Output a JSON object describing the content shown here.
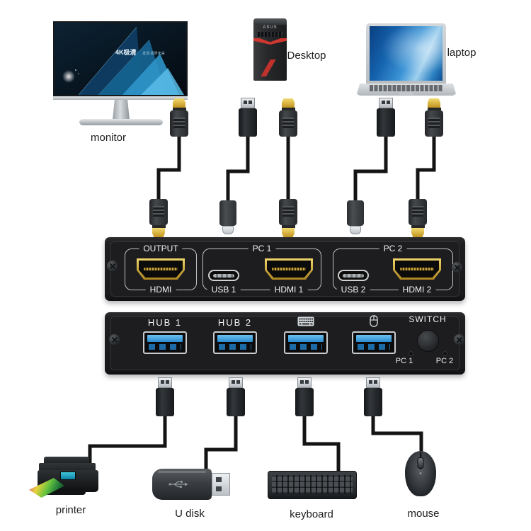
{
  "devices": {
    "monitor": {
      "label": "monitor",
      "screen_headline": "4K极清",
      "screen_tagline": "发现·视界未来"
    },
    "desktop": {
      "label": "Desktop",
      "brand": "ASUS"
    },
    "laptop": {
      "label": "laptop"
    },
    "printer": {
      "label": "printer"
    },
    "udisk": {
      "label": "U disk"
    },
    "keyboard": {
      "label": "keyboard"
    },
    "mouse": {
      "label": "mouse"
    }
  },
  "kvm_box": {
    "output_group": {
      "title": "OUTPUT",
      "port_label": "HDMI"
    },
    "pc1_group": {
      "title": "PC 1",
      "usb_label": "USB 1",
      "hdmi_label": "HDMI 1"
    },
    "pc2_group": {
      "title": "PC 2",
      "usb_label": "USB 2",
      "hdmi_label": "HDMI 2"
    }
  },
  "hub_box": {
    "hub1_label": "HUB 1",
    "hub2_label": "HUB 2",
    "switch_label": "SWITCH",
    "led1_label": "PC 1",
    "led2_label": "PC 2"
  },
  "colors": {
    "cable": "#141414",
    "hdmi_gold": "#d9b648",
    "usb_blue": "#2f9fe0",
    "box_body": "#1d1d1f",
    "background": "#ffffff"
  }
}
